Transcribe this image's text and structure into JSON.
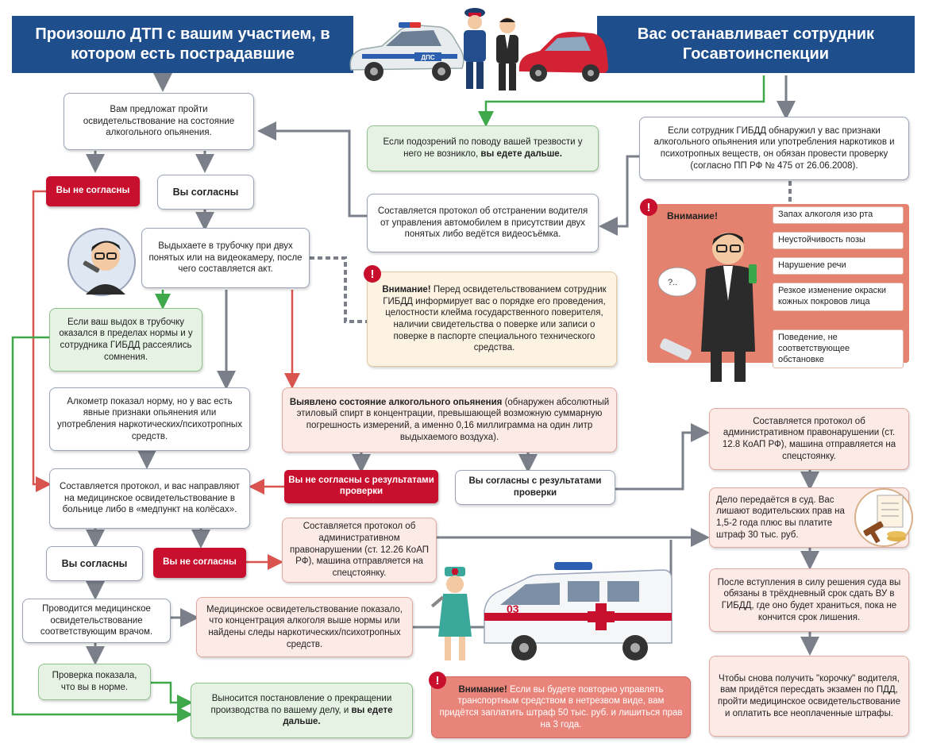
{
  "banners": {
    "left": "Произошло ДТП с вашим участием, в котором есть пострадавшие",
    "right": "Вас останавливает сотрудник Госавтоинспекции"
  },
  "car_plate": "ДПС",
  "ambulance_number": "03",
  "boxes": {
    "offer_test": "Вам предложат пройти освидетельствование на состояние алкогольного опьянения.",
    "no_suspicion_a": "Если подозрений по поводу вашей трезвости у него не возникло,",
    "no_suspicion_b": "вы едете дальше.",
    "signs_found": "Если сотрудник ГИБДД обнаружил у вас признаки алкогольного опьянения или употребления наркотиков и психотропных веществ, он обязан провести проверку (согласно ПП РФ № 475 от 26.06.2008).",
    "removal_protocol": "Составляется протокол об отстранении водителя от управления автомобилем в присутствии двух понятых либо ведётся видеосъёмка.",
    "exhale": "Выдыхаете в трубочку при двух понятых или на видеокамеру, после чего составляется акт.",
    "warn1_title": "Внимание!",
    "warn1_text": "Перед освидетельствованием сотрудник ГИБДД информирует вас о порядке его проведения, целостности клейма государственного поверителя, наличии свидетельства о поверке или записи о поверке в паспорте специального технического средства.",
    "within_norm": "Если ваш выдох в трубочку оказался в пределах нормы и у сотрудника ГИБДД рассеялись сомнения.",
    "alco_norm": "Алкометр показал норму, но у вас есть явные признаки опьянения или употребления наркотических/психотропных средств.",
    "detected_title": "Выявлено состояние алкогольного опьянения",
    "detected_text": "(обнаружен абсолютный этиловый спирт в концентрации, превышающей возможную суммарную погрешность измерений, а именно 0,16 миллиграмма на один литр выдыхаемого воздуха).",
    "medical_protocol": "Составляется протокол, и вас направляют на медицинское освидетельствование в больнице либо в «медпункт на колёсах».",
    "admin_12_26": "Составляется протокол об административном правонарушении (ст. 12.26 КоАП РФ), машина отправляется на спецстоянку.",
    "medical_exam": "Проводится медицинское освидетельствование соответствующим врачом.",
    "medical_result": "Медицинское освидетельствование показало, что концентрация алкоголя выше нормы или найдены следы наркотических/психотропных средств.",
    "check_normal": "Проверка показала, что вы в норме.",
    "termination_a": "Выносится постановление о прекращении производства по вашему делу, и",
    "termination_b": "вы едете дальше.",
    "warn2_title": "Внимание!",
    "warn2_text": "Если вы будете повторно управлять транспортным средством в нетрезвом виде, вам придётся заплатить штраф 50 тыс. руб. и лишиться прав на 3 года.",
    "admin_12_8": "Составляется протокол об административном правонарушении (ст. 12.8 КоАП РФ), машина отправляется на спецстоянку.",
    "court": "Дело передаётся в суд. Вас лишают водительских прав на 1,5-2 года плюс вы платите штраф 30 тыс. руб.",
    "surrender_license": "После вступления в силу решения суда вы обязаны в трёхдневный срок сдать ВУ в ГИБДД, где оно будет храниться, пока не кончится срок лишения.",
    "get_license_back": "Чтобы снова получить \"корочку\" водителя, вам придётся пересдать экзамен по ПДД, пройти медицинское освидетельствование и оплатить все неоплаченные штрафы."
  },
  "buttons": {
    "disagree1": "Вы не согласны",
    "agree1": "Вы согласны",
    "disagree_results": "Вы не согласны с результатами проверки",
    "agree_results": "Вы согласны с результатами проверки",
    "agree2": "Вы согласны",
    "disagree2": "Вы не согласны"
  },
  "symptoms": {
    "title": "Внимание!",
    "speech": "?..",
    "items": [
      "Запах алкоголя изо рта",
      "Неустойчивость позы",
      "Нарушение речи",
      "Резкое изменение окраски кожных покровов лица",
      "Поведение, не соответствующее обстановке"
    ]
  }
}
